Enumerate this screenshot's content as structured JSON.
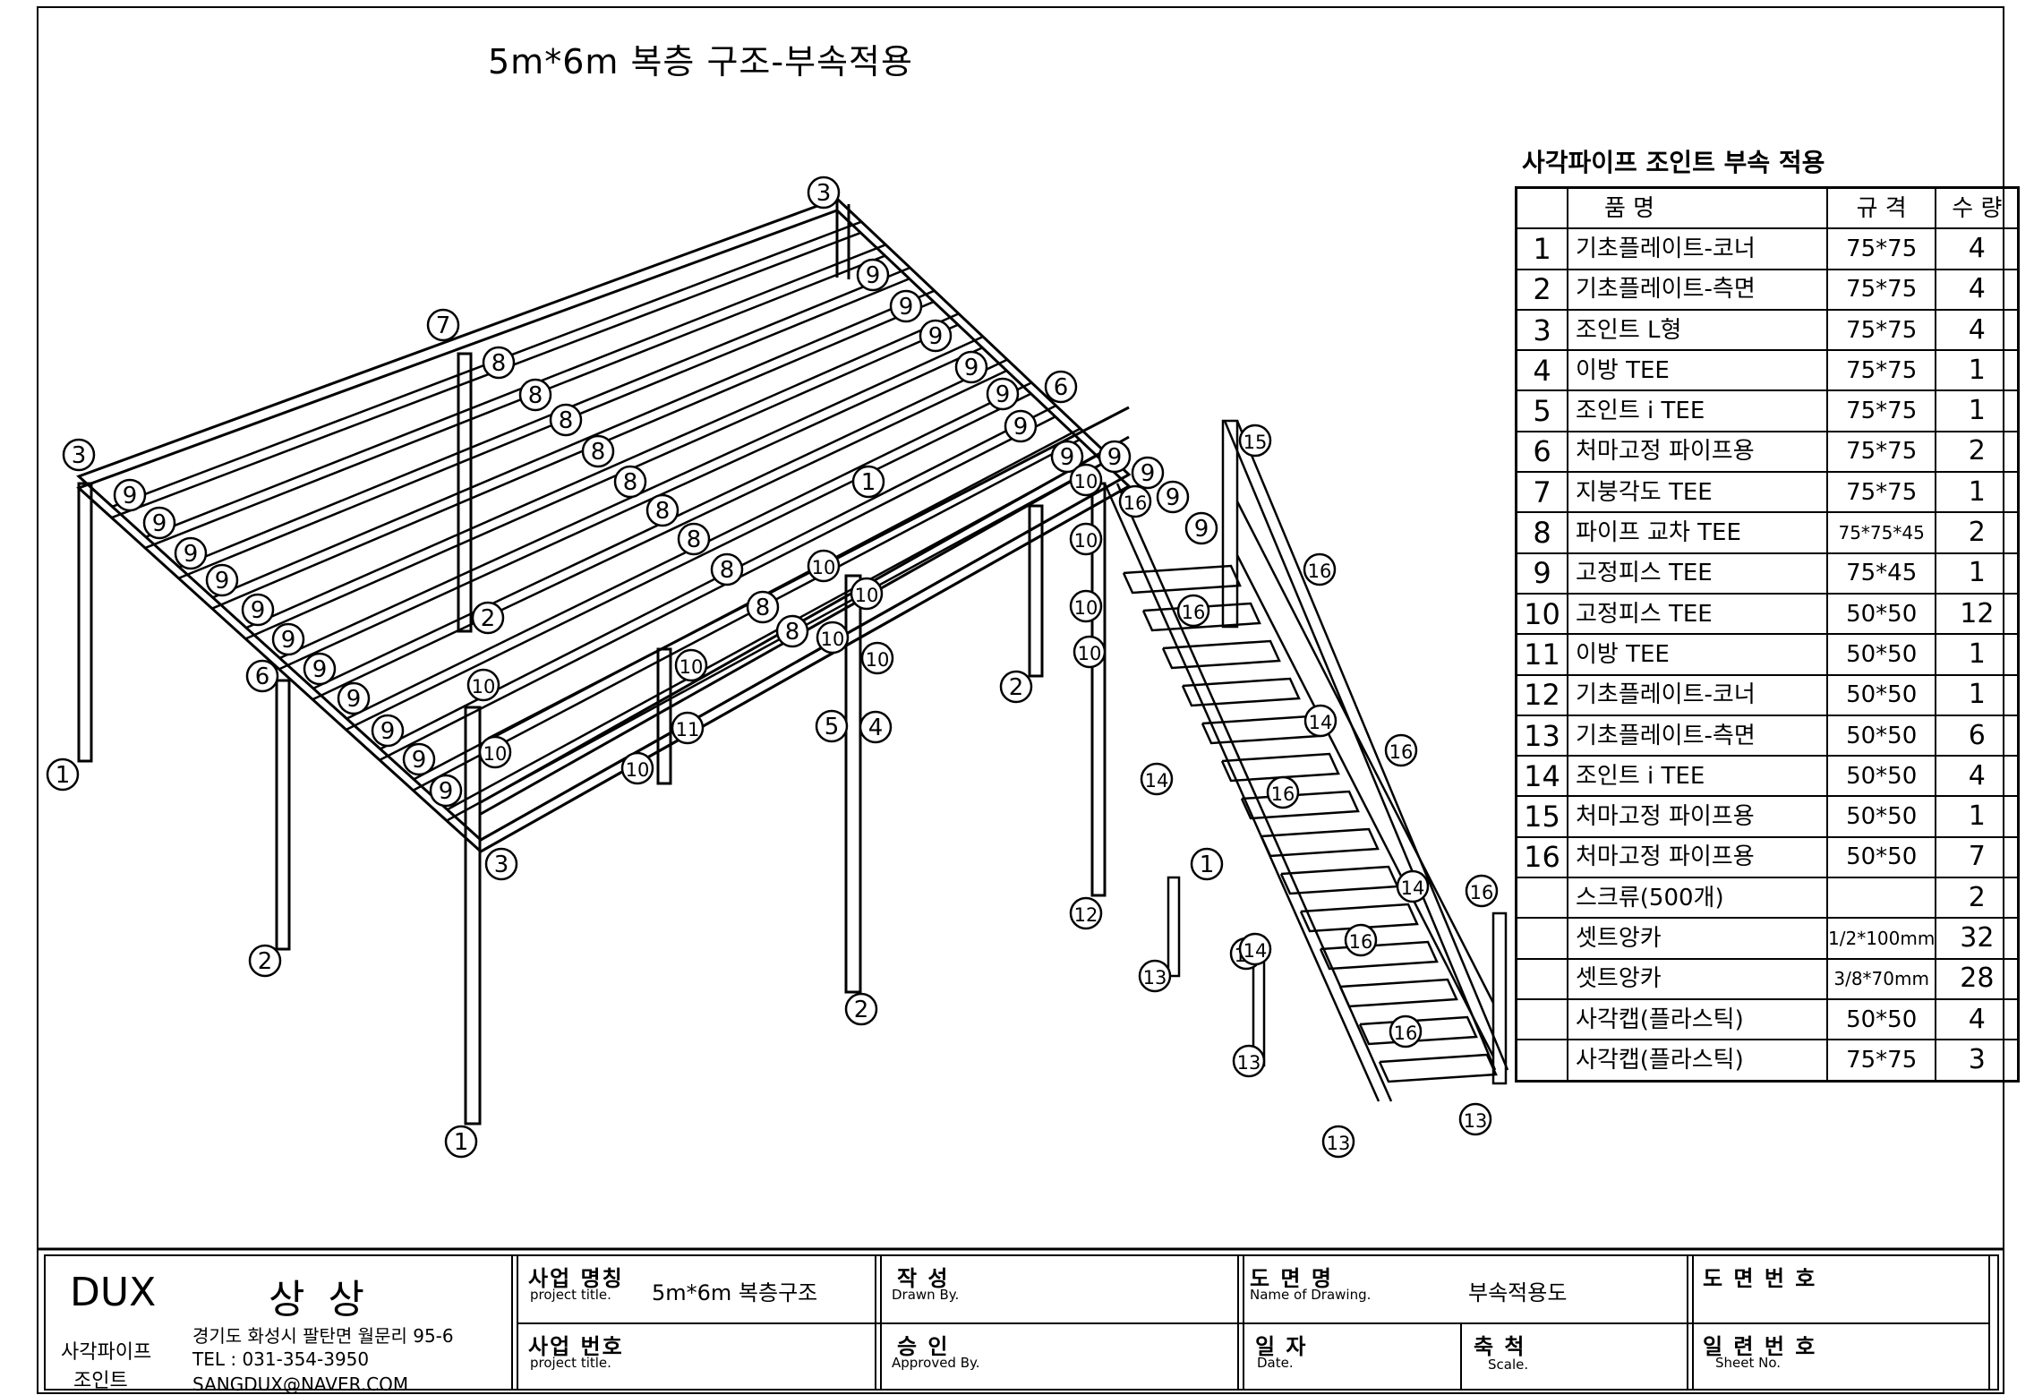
{
  "drawing_title": "5m*6m 복층 구조-부속적용",
  "parts_table": {
    "title": "사각파이프 조인트 부속 적용",
    "headers": {
      "name": "품          명",
      "spec": "규    격",
      "qty": "수  량"
    },
    "rows": [
      {
        "no": "1",
        "name": "기초플레이트-코너",
        "spec": "75*75",
        "qty": "4"
      },
      {
        "no": "2",
        "name": "기초플레이트-측면",
        "spec": "75*75",
        "qty": "4"
      },
      {
        "no": "3",
        "name": "조인트 L형",
        "spec": "75*75",
        "qty": "4"
      },
      {
        "no": "4",
        "name": "이방 TEE",
        "spec": "75*75",
        "qty": "1"
      },
      {
        "no": "5",
        "name": "조인트 i TEE",
        "spec": "75*75",
        "qty": "1"
      },
      {
        "no": "6",
        "name": "처마고정 파이프용",
        "spec": "75*75",
        "qty": "2"
      },
      {
        "no": "7",
        "name": "지붕각도 TEE",
        "spec": "75*75",
        "qty": "1"
      },
      {
        "no": "8",
        "name": "파이프 교차 TEE",
        "spec": "75*75*45",
        "qty": "2"
      },
      {
        "no": "9",
        "name": "고정피스 TEE",
        "spec": "75*45",
        "qty": "1"
      },
      {
        "no": "10",
        "name": "고정피스 TEE",
        "spec": "50*50",
        "qty": "12"
      },
      {
        "no": "11",
        "name": "이방 TEE",
        "spec": "50*50",
        "qty": "1"
      },
      {
        "no": "12",
        "name": "기초플레이트-코너",
        "spec": "50*50",
        "qty": "1"
      },
      {
        "no": "13",
        "name": "기초플레이트-측면",
        "spec": "50*50",
        "qty": "6"
      },
      {
        "no": "14",
        "name": "조인트 i TEE",
        "spec": "50*50",
        "qty": "4"
      },
      {
        "no": "15",
        "name": "처마고정 파이프용",
        "spec": "50*50",
        "qty": "1"
      },
      {
        "no": "16",
        "name": "처마고정 파이프용",
        "spec": "50*50",
        "qty": "7"
      },
      {
        "no": "",
        "name": "스크류(500개)",
        "spec": "",
        "qty": "2"
      },
      {
        "no": "",
        "name": "셋트앙카",
        "spec": "1/2*100mm",
        "qty": "32"
      },
      {
        "no": "",
        "name": "셋트앙카",
        "spec": "3/8*70mm",
        "qty": "28"
      },
      {
        "no": "",
        "name": "사각캡(플라스틱)",
        "spec": "50*50",
        "qty": "4"
      },
      {
        "no": "",
        "name": "사각캡(플라스틱)",
        "spec": "75*75",
        "qty": "3"
      }
    ]
  },
  "title_block": {
    "company": "DUX",
    "company_ko": "상 상",
    "brand_line1": "사각파이프",
    "brand_line2": "조인트",
    "address": "경기도 화성시 팔탄면 월문리 95-6",
    "tel": "TEL : 031-354-3950",
    "email": "SANGDUX@NAVER.COM",
    "project_title_ko": "사업 명칭",
    "project_title_en": "project title.",
    "project_title_value": "5m*6m 복층구조",
    "project_no_ko": "사업 번호",
    "project_no_en": "project title.",
    "drawn_ko": "작   성",
    "drawn_en": "Drawn By.",
    "approved_ko": "승   인",
    "approved_en": "Approved By.",
    "drawing_name_ko": "도 면 명",
    "drawing_name_en": "Name of Drawing.",
    "drawing_name_value": "부속적용도",
    "date_ko": "일  자",
    "date_en": "Date.",
    "scale_ko": "축  척",
    "scale_en": "Scale.",
    "drawing_no_ko": "도 면 번 호",
    "sheet_no_ko": "일 련 번 호",
    "sheet_no_en": "Sheet No."
  },
  "callouts": [
    {
      "label": "1"
    },
    {
      "label": "2"
    },
    {
      "label": "3"
    },
    {
      "label": "4"
    },
    {
      "label": "5"
    },
    {
      "label": "6"
    },
    {
      "label": "7"
    },
    {
      "label": "8"
    },
    {
      "label": "9"
    },
    {
      "label": "10"
    },
    {
      "label": "11"
    },
    {
      "label": "12"
    },
    {
      "label": "13"
    },
    {
      "label": "14"
    },
    {
      "label": "15"
    },
    {
      "label": "16"
    }
  ]
}
